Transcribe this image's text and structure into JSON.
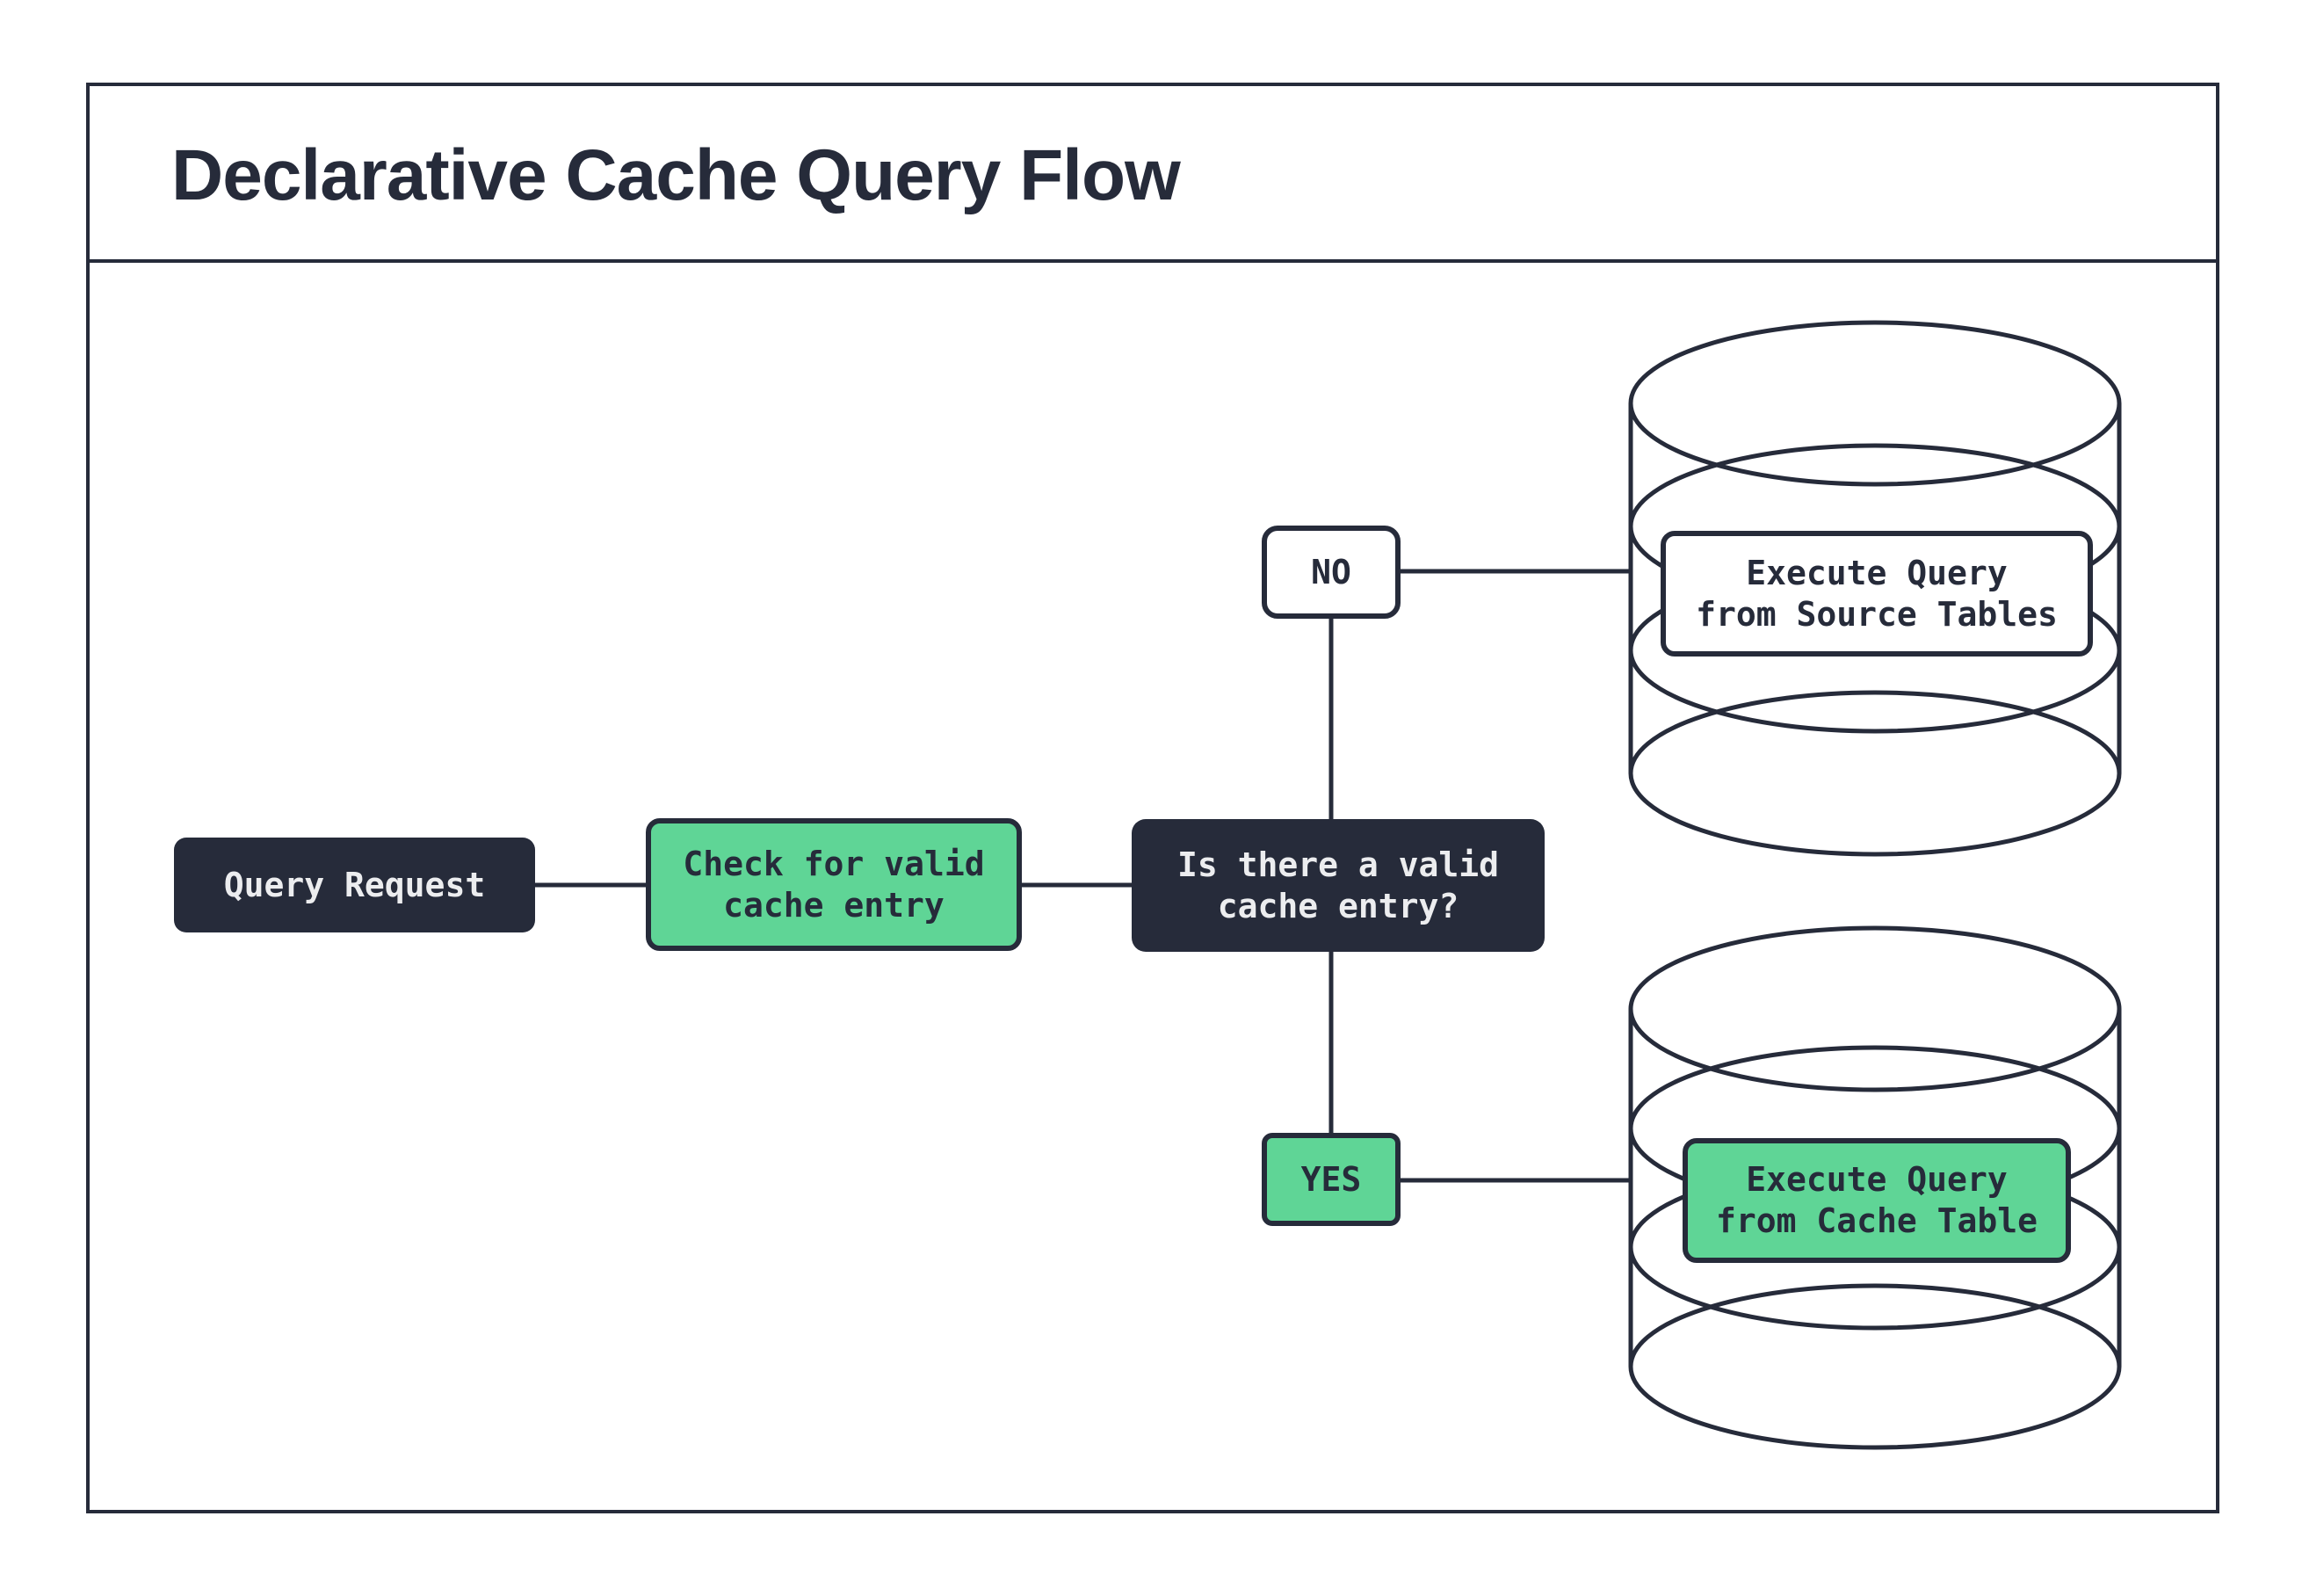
{
  "header": {
    "title": "Declarative Cache Query Flow"
  },
  "flow": {
    "query_request": {
      "label": "Query Request"
    },
    "check_cache": {
      "line1": "Check for valid",
      "line2": "cache entry"
    },
    "decision": {
      "line1": "Is there a valid",
      "line2": "cache entry?"
    },
    "branch_no": {
      "label": "NO"
    },
    "branch_yes": {
      "label": "YES"
    },
    "source_db": {
      "line1": "Execute Query",
      "line2": "from Source Tables"
    },
    "cache_db": {
      "line1": "Execute Query",
      "line2": "from Cache Table"
    }
  },
  "colors": {
    "ink": "#262b3a",
    "green": "#5fd596",
    "light_text": "#ecedef",
    "background": "#ffffff"
  }
}
